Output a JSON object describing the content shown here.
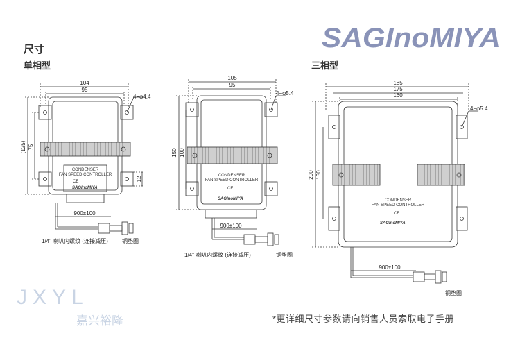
{
  "brand": {
    "logo_text": "SAGInoMIYA",
    "logo_color": "#8a93b8"
  },
  "heading": {
    "title": "尺寸",
    "single_phase": "单相型",
    "three_phase": "三相型"
  },
  "watermark": {
    "latin": "JXYL",
    "chinese": "嘉兴裕隆",
    "color": "#c9d4e4"
  },
  "footer_note": "*更详细尺寸参数请向销售人员索取电子手册",
  "drawing1": {
    "dims": {
      "w_outer": "104",
      "w_inner": "95",
      "hole": "4−φ4.4",
      "height_total": "(125)",
      "height_mid": "75",
      "side_12": "12",
      "cable": "900±100"
    },
    "label": {
      "line1": "CONDENSER",
      "line2": "FAN SPEED CONTROLLER",
      "ce": "CE",
      "logo": "SAGInoMIYA"
    },
    "thread_note": "1/4\" 喇叭内螺纹 (连接减压)",
    "gasket": "铜垫圈"
  },
  "drawing2": {
    "dims": {
      "w_outer": "105",
      "w_inner": "95",
      "hole": "4−φ5.4",
      "height_total": "150",
      "height_mid": "100",
      "cable": "900±100"
    },
    "label": {
      "line1": "CONDENSER",
      "line2": "FAN SPEED CONTROLLER",
      "ce": "CE",
      "logo": "SAGInoMIYA"
    },
    "thread_note": "1/4\" 喇叭内螺纹 (连接减压)",
    "gasket": "铜垫圈"
  },
  "drawing3": {
    "dims": {
      "w_outer": "185",
      "w_mid": "175",
      "w_inner": "160",
      "hole": "4−φ5.4",
      "height_total": "200",
      "height_mid": "130",
      "cable": "900±100"
    },
    "label": {
      "line1": "CONDENSER",
      "line2": "FAN SPEED CONTROLLER",
      "ce": "CE",
      "logo": "SAGInoMIYA"
    },
    "gasket": "铜垫圈"
  }
}
